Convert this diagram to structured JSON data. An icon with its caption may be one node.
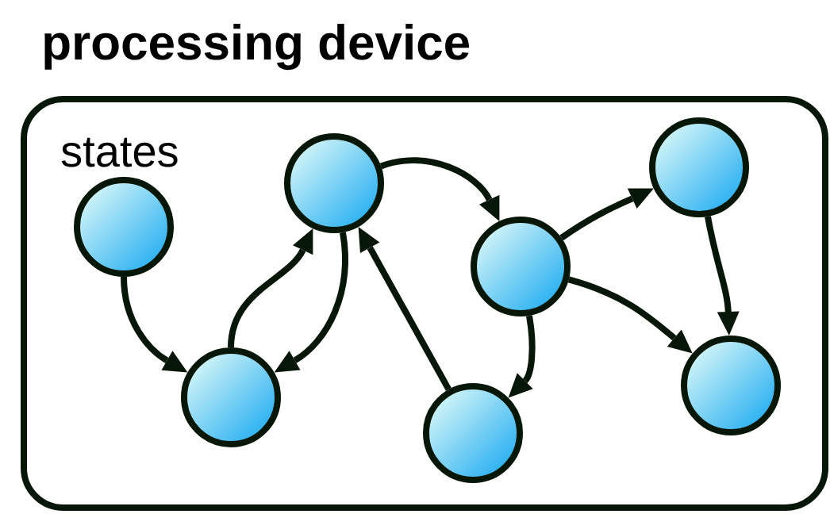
{
  "diagram": {
    "nodes": [
      {
        "text": [
          "processing device",
          "states"
        ]
      },
      {
        "text": [],
        "shape": "circle",
        "in": 0
      },
      {
        "text": [],
        "shape": "circle",
        "in": 0
      },
      {
        "text": [],
        "shape": "circle",
        "in": 0
      },
      {
        "text": [],
        "shape": "circle",
        "in": 0
      },
      {
        "text": [],
        "shape": "circle",
        "in": 0
      },
      {
        "text": [],
        "shape": "circle",
        "in": 0
      },
      {
        "text": [],
        "shape": "circle",
        "in": 0
      }
    ],
    "edges": [
      {
        "from": 1,
        "to": 2,
        "arrow": "to"
      },
      {
        "from": 2,
        "to": 3,
        "arrow": "to"
      },
      {
        "from": 3,
        "to": 2,
        "arrow": "to"
      },
      {
        "from": 5,
        "to": 3,
        "arrow": "to"
      },
      {
        "from": 3,
        "to": 4,
        "arrow": "to"
      },
      {
        "from": 4,
        "to": 6,
        "arrow": "to"
      },
      {
        "from": 4,
        "to": 5,
        "arrow": "to"
      },
      {
        "from": 4,
        "to": 7,
        "arrow": "to"
      },
      {
        "from": 6,
        "to": 7,
        "arrow": "to"
      }
    ]
  }
}
